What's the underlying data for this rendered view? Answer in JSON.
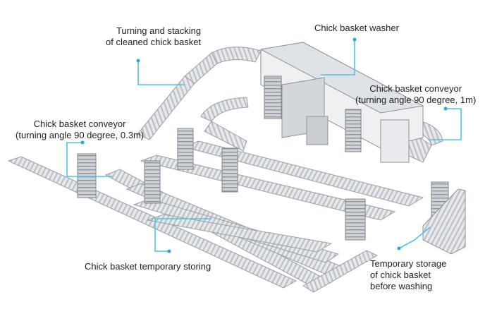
{
  "labels": {
    "turning_stacking": [
      "Turning and stacking",
      "of cleaned chick basket"
    ],
    "washer": [
      "Chick basket washer"
    ],
    "conveyor_1m": [
      "Chick basket conveyor",
      "(turning angle 90 degree, 1m)"
    ],
    "conveyor_03m": [
      "Chick basket conveyor",
      "(turning angle 90 degree, 0.3m)"
    ],
    "temporary_storing": [
      "Chick basket temporary storing"
    ],
    "temporary_storage": [
      "Temporary storage",
      "of chick basket",
      "before washing"
    ]
  },
  "colors": {
    "leader_line": "#4ec3e6",
    "metal_light": "#e4e6e9",
    "metal_mid": "#c3c7cc",
    "metal_dark": "#8d9299",
    "text": "#222222"
  }
}
